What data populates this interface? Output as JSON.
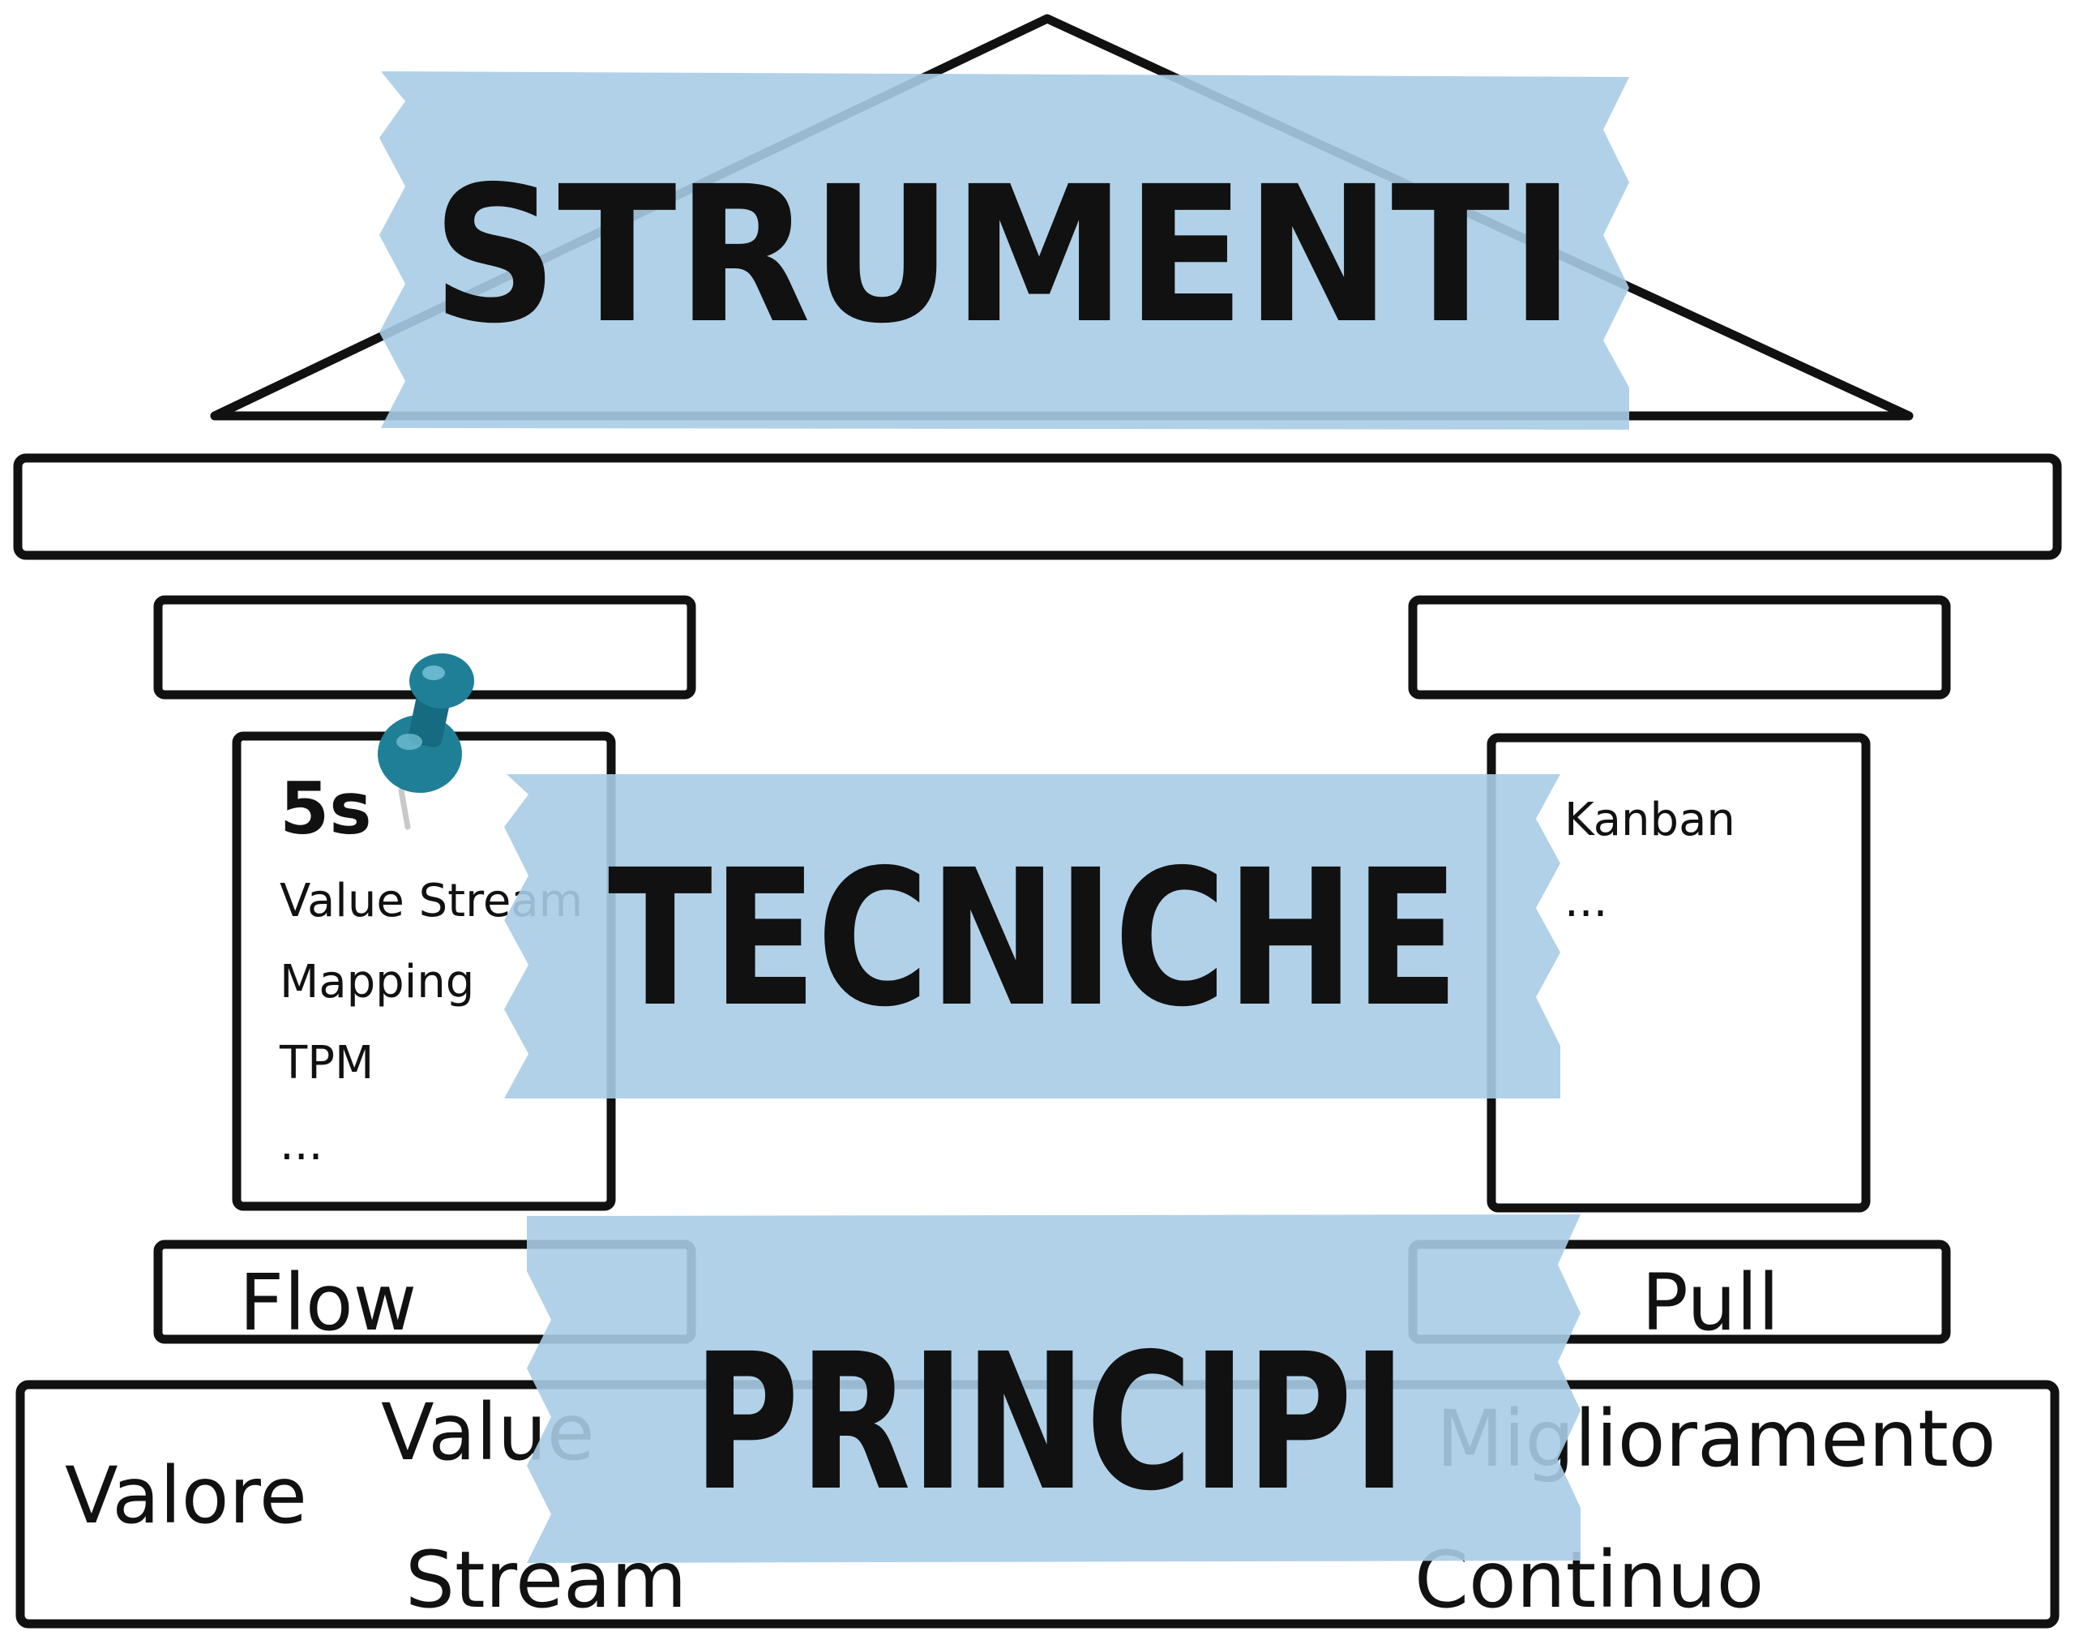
{
  "diagram": {
    "banners": {
      "tools": "STRUMENTI",
      "techniques": "TECNICHE",
      "principles": "PRINCIPI"
    },
    "left_card": {
      "highlight": "5s",
      "items": [
        "Value Stream",
        "Mapping",
        "TPM",
        "..."
      ]
    },
    "right_card": {
      "items": [
        "Kanban",
        "..."
      ]
    },
    "pillar_bases": {
      "left": "Flow",
      "right": "Pull"
    },
    "foundation": {
      "value": "Valore",
      "value_stream_line1": "Value",
      "value_stream_line2": "Stream",
      "improvement_line1": "Miglioramento",
      "improvement_line2": "Continuo"
    },
    "colors": {
      "tape": "#a9cce5",
      "ink": "#111111",
      "highlight": "#2a8ab8",
      "pin": "#1f7f96"
    },
    "icons": {
      "pin": "push-pin-icon"
    }
  }
}
